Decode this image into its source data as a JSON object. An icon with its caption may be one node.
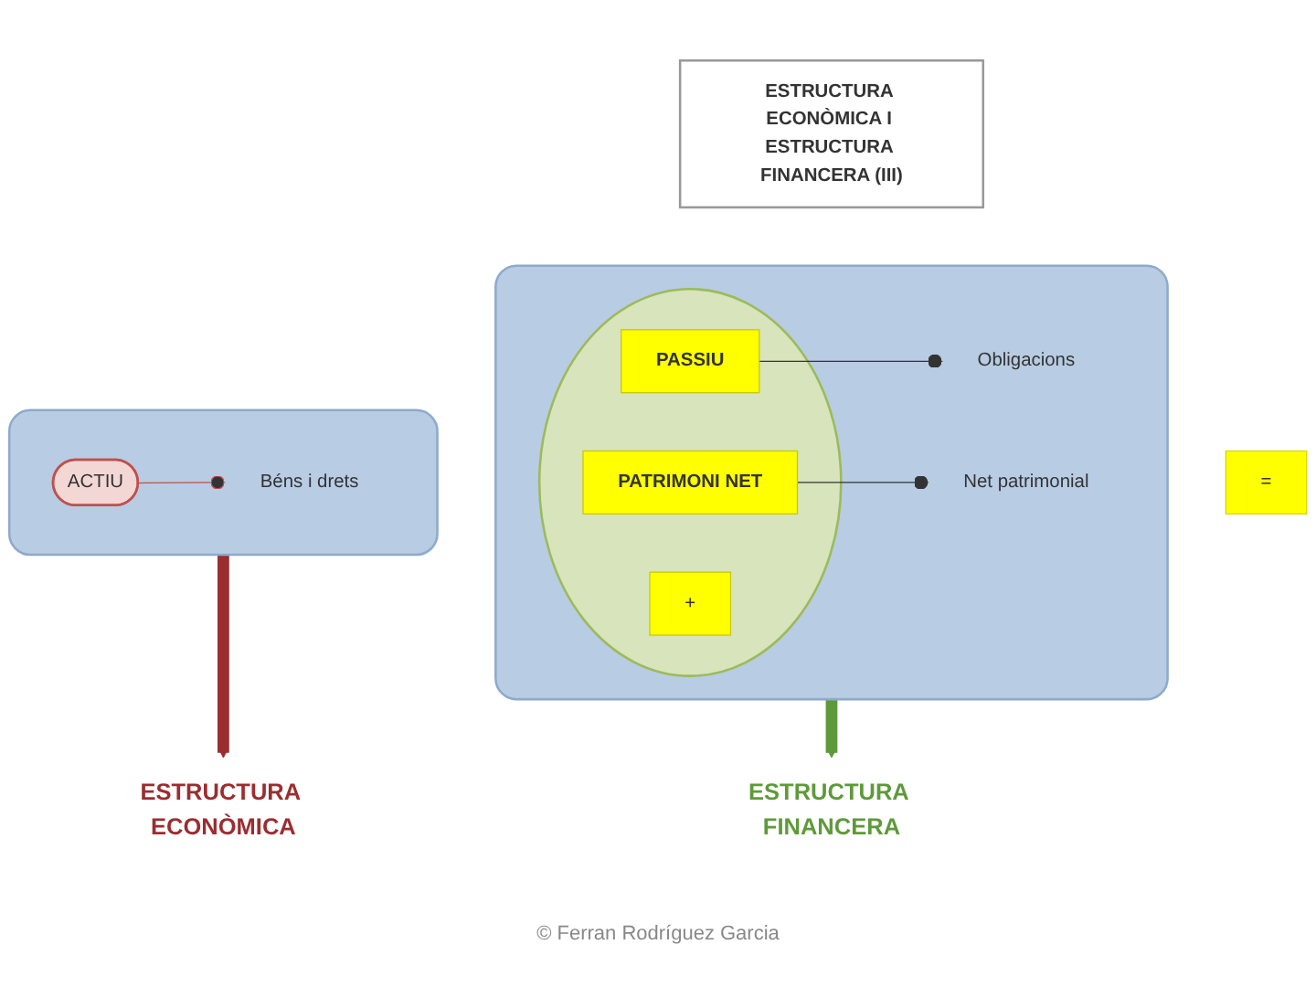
{
  "diagram": {
    "nodes": [
      {
        "text": [
          "ESTRUCTURA ECONÒMICA I ESTRUCTURA FINANCERA (III)"
        ]
      },
      {
        "text": [],
        "shape": "box"
      },
      {
        "text": [
          "ACTIU"
        ],
        "in": 1
      },
      {
        "text": [
          "Béns i drets"
        ],
        "in": 1
      },
      {
        "text": [
          "="
        ]
      },
      {
        "text": [],
        "shape": "box"
      },
      {
        "text": [],
        "shape": "ellipse",
        "in": 5
      },
      {
        "text": [
          "PASSIU"
        ],
        "in": 6
      },
      {
        "text": [
          "+"
        ],
        "in": 6
      },
      {
        "text": [
          "PATRIMONI NET"
        ],
        "in": 6
      },
      {
        "text": [
          "Obligacions"
        ],
        "in": 5
      },
      {
        "text": [
          "Net patrimonial"
        ],
        "in": 5
      },
      {
        "text": [
          "ESTRUCTURA ECONÒMICA"
        ]
      },
      {
        "text": [
          "ESTRUCTURA FINANCERA"
        ]
      }
    ],
    "edges": [
      {
        "from": 2,
        "to": 3,
        "arrow": "other",
        "color": "#c0504d"
      },
      {
        "from": 7,
        "to": 10,
        "arrow": "other"
      },
      {
        "from": 9,
        "to": 11,
        "arrow": "other"
      },
      {
        "from": 1,
        "to": 12,
        "arrow": "to",
        "style": "thick",
        "color": "#9b2d30"
      },
      {
        "from": 5,
        "to": 13,
        "arrow": "to",
        "style": "thick",
        "color": "#5e9a3a"
      }
    ],
    "labels": [
      "© Ferran Rodríguez Garcia"
    ]
  }
}
